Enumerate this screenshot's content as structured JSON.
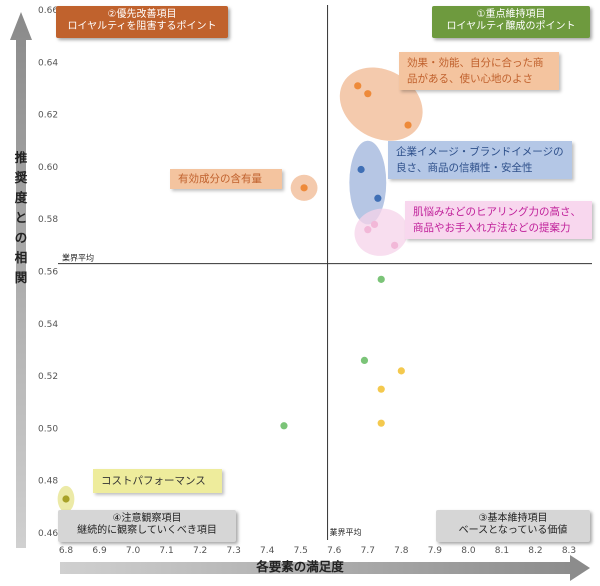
{
  "chart_data": {
    "type": "scatter",
    "xlabel": "各要素の満足度",
    "ylabel": "推奨度との相関",
    "xlim": [
      6.8,
      8.3
    ],
    "ylim": [
      0.46,
      0.66
    ],
    "x_ticks": [
      "6.8",
      "6.9",
      "7.0",
      "7.1",
      "7.2",
      "7.3",
      "7.4",
      "7.5",
      "7.6",
      "7.7",
      "7.8",
      "7.9",
      "8.0",
      "8.1",
      "8.2",
      "8.3"
    ],
    "y_ticks": [
      "0.46",
      "0.48",
      "0.50",
      "0.52",
      "0.54",
      "0.56",
      "0.58",
      "0.60",
      "0.62",
      "0.64",
      "0.66"
    ],
    "reference_lines": {
      "x": {
        "value": 7.58,
        "label": "業界平均"
      },
      "y": {
        "value": 0.563,
        "label": "業界平均"
      }
    },
    "grid": false,
    "points": [
      {
        "x": 7.67,
        "y": 0.631,
        "color": "#ee8a3a"
      },
      {
        "x": 7.7,
        "y": 0.628,
        "color": "#ee8a3a"
      },
      {
        "x": 7.82,
        "y": 0.616,
        "color": "#ee8a3a"
      },
      {
        "x": 7.51,
        "y": 0.592,
        "color": "#ee8a3a"
      },
      {
        "x": 7.68,
        "y": 0.599,
        "color": "#3f6fb5"
      },
      {
        "x": 7.73,
        "y": 0.588,
        "color": "#3f6fb5"
      },
      {
        "x": 7.72,
        "y": 0.578,
        "color": "#f2b8d8"
      },
      {
        "x": 7.7,
        "y": 0.576,
        "color": "#f2b8d8"
      },
      {
        "x": 7.78,
        "y": 0.57,
        "color": "#f2b8d8"
      },
      {
        "x": 7.74,
        "y": 0.557,
        "color": "#7bc478"
      },
      {
        "x": 7.69,
        "y": 0.526,
        "color": "#7bc478"
      },
      {
        "x": 7.45,
        "y": 0.501,
        "color": "#7bc478"
      },
      {
        "x": 7.8,
        "y": 0.522,
        "color": "#f4c94e"
      },
      {
        "x": 7.74,
        "y": 0.515,
        "color": "#f4c94e"
      },
      {
        "x": 7.74,
        "y": 0.502,
        "color": "#f4c94e"
      },
      {
        "x": 6.8,
        "y": 0.473,
        "color": "#a8a228"
      }
    ],
    "highlights": [
      {
        "cx": 7.74,
        "cy": 0.624,
        "rx": 0.13,
        "ry": 0.013,
        "angle": 30,
        "color": "#f0b891"
      },
      {
        "cx": 7.7,
        "cy": 0.594,
        "rx": 0.055,
        "ry": 0.016,
        "angle": 0,
        "color": "#9db3db"
      },
      {
        "cx": 7.74,
        "cy": 0.575,
        "rx": 0.08,
        "ry": 0.009,
        "angle": -10,
        "color": "#f6d3ea"
      },
      {
        "cx": 7.51,
        "cy": 0.592,
        "rx": 0.04,
        "ry": 0.005,
        "angle": 0,
        "color": "#f0b891"
      },
      {
        "cx": 6.8,
        "cy": 0.473,
        "rx": 0.025,
        "ry": 0.005,
        "angle": 0,
        "color": "#e6e38a"
      }
    ]
  },
  "quadrants": {
    "top_left": {
      "line1": "②優先改善項目",
      "line2": "ロイヤルティを阻害するポイント",
      "color": "#c0622d"
    },
    "top_right": {
      "line1": "①重点維持項目",
      "line2": "ロイヤルティ醸成のポイント",
      "color": "#6e9a3e"
    },
    "bottom_left": {
      "line1": "④注意観察項目",
      "line2": "継続的に観察していくべき項目",
      "color": "#d6d6d6"
    },
    "bottom_right": {
      "line1": "③基本維持項目",
      "line2": "ベースとなっている価値",
      "color": "#d6d6d6"
    }
  },
  "callouts": {
    "orange": {
      "line1": "効果・効能、自分に合った商",
      "line2": "品がある、使い心地のよさ"
    },
    "blue": {
      "line1": "企業イメージ・ブランドイメージの",
      "line2": "良さ、商品の信頼性・安全性"
    },
    "pink": {
      "line1": "肌悩みなどのヒアリング力の高さ、",
      "line2": "商品やお手入れ方法などの提案力"
    },
    "ingredient": {
      "text": "有効成分の含有量"
    },
    "cost": {
      "text": "コストパフォーマンス"
    }
  }
}
